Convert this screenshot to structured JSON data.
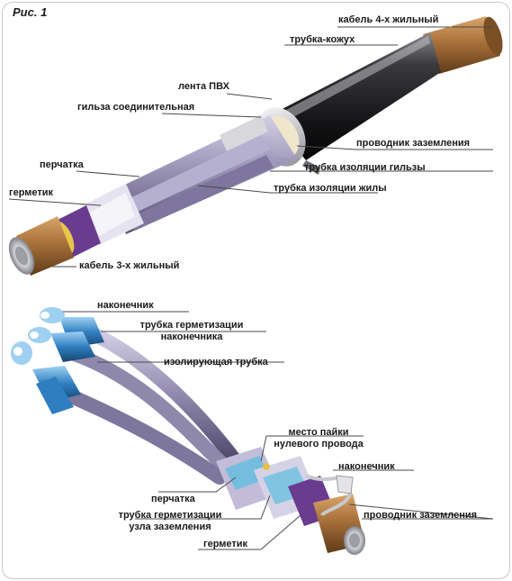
{
  "figure_label": "Рис. 1",
  "top_assembly": {
    "labels": {
      "cable_4core": "кабель 4-х жильный",
      "shell_tube": "трубка-кожух",
      "pvc_tape": "лента ПВХ",
      "connecting_sleeve": "гильза соединительная",
      "ground_conductor": "проводник заземления",
      "glove": "перчатка",
      "sleeve_insulation_tube": "трубка изоляции гильзы",
      "sealant": "герметик",
      "core_insulation_tube": "трубка изоляции жилы",
      "cable_3core": "кабель 3-х жильный"
    }
  },
  "bottom_assembly": {
    "labels": {
      "lug": "наконечник",
      "lug_seal_tube_line1": "трубка герметизации",
      "lug_seal_tube_line2": "наконечника",
      "insulating_tube": "изолирующая трубка",
      "neutral_solder_line1": "место пайки",
      "neutral_solder_line2": "нулевого провода",
      "lug_right": "наконечник",
      "glove": "перчатка",
      "ground_seal_tube_line1": "трубка герметизации",
      "ground_seal_tube_line2": "узла заземления",
      "ground_conductor": "проводник заземления",
      "sealant": "герметик"
    }
  },
  "colors": {
    "cable_copper": "#a8713a",
    "sheath_black": "#1c1c1e",
    "tube_lavender": "#8f88ad",
    "sealant_purple": "#6a3b8f",
    "lug_blue": "#2f7fc0",
    "leader_line": "#4a4a4a"
  }
}
